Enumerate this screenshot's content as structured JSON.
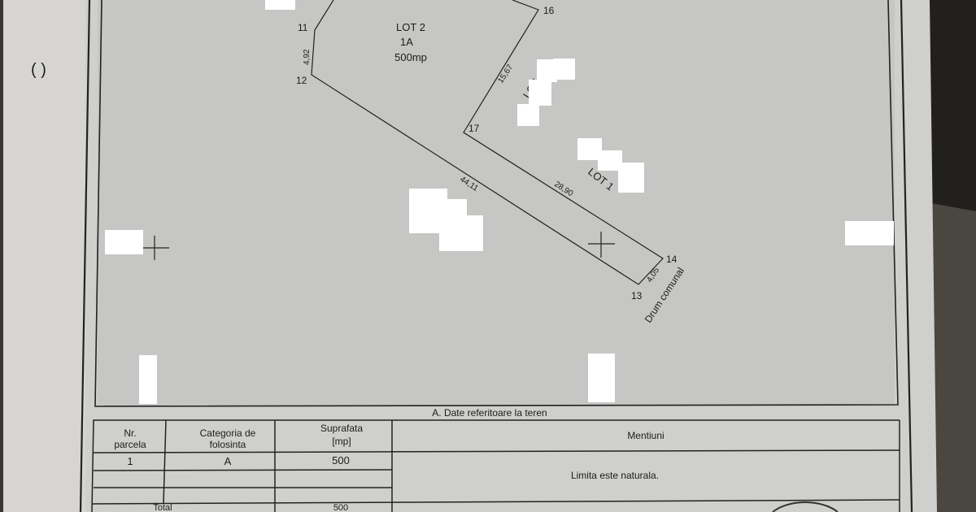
{
  "plan": {
    "lot2": {
      "name": "LOT 2",
      "code": "1A",
      "area": "500mp"
    },
    "lot1_labels": [
      "LOT 1",
      "LOT 1"
    ],
    "points": {
      "p11": "11",
      "p12": "12",
      "p13": "13",
      "p14": "14",
      "p16": "16",
      "p17": "17"
    },
    "distances": {
      "d11_12": "4,92",
      "d12_13": "44,11",
      "d14_17": "28,90",
      "d17_16": "15,67",
      "d13_14": "4,05"
    },
    "road_label": "Drum comunal"
  },
  "table": {
    "section_title": "A. Date referitoare la teren",
    "headers": {
      "nr": [
        "Nr.",
        "parcela"
      ],
      "cat": [
        "Categoria de",
        "folosinta"
      ],
      "sup": [
        "Suprafata",
        "[mp]"
      ],
      "ment": "Mentiuni"
    },
    "rows": [
      {
        "nr": "1",
        "cat": "A",
        "sup": "500"
      }
    ],
    "note": "Limita este naturala.",
    "total_label": "Total",
    "total_value": "500"
  },
  "colors": {
    "paper": "#c9c9c7",
    "ink": "#222222"
  }
}
